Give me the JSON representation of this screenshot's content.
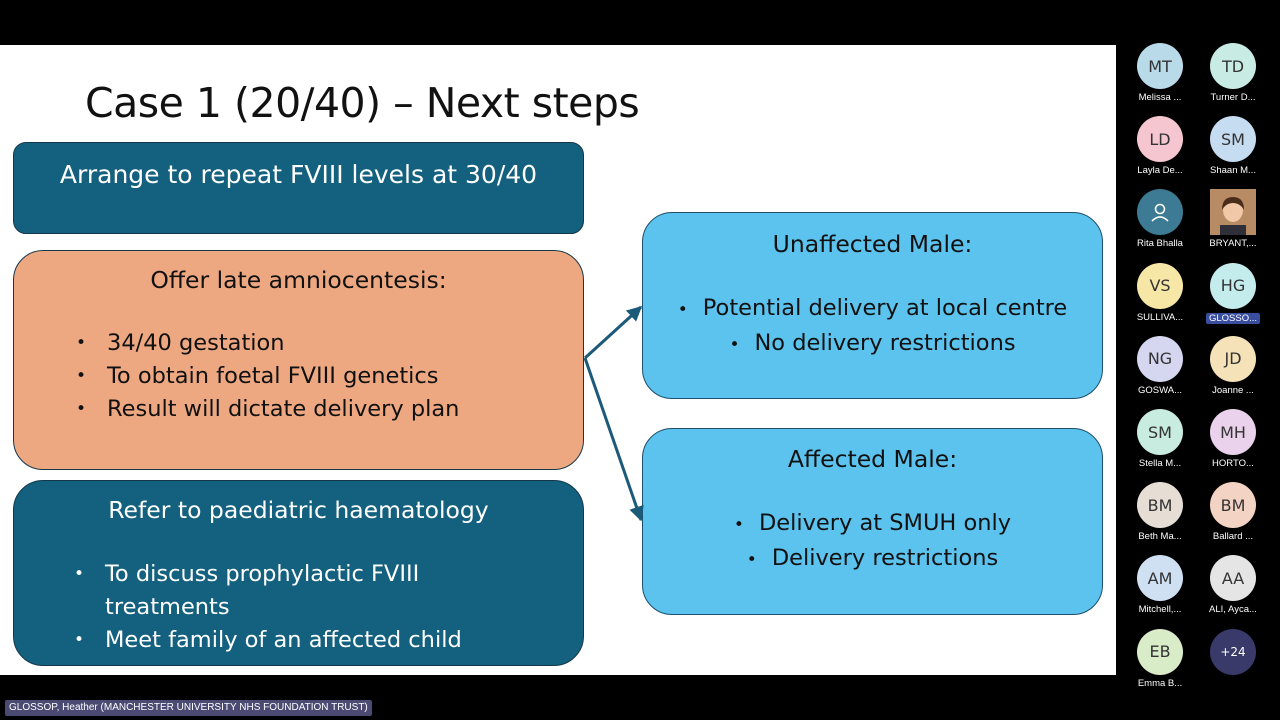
{
  "slide": {
    "title": "Case 1 (20/40) – Next steps",
    "repeat_box": "Arrange to repeat FVIII levels at 30/40",
    "amnio_box": {
      "heading": "Offer late amniocentesis:",
      "bullets": [
        "34/40 gestation",
        "To obtain foetal FVIII genetics",
        "Result will dictate delivery plan"
      ]
    },
    "paeds_box": {
      "heading": "Refer to paediatric haematology",
      "bullets": [
        "To discuss prophylactic FVIII treatments",
        "Meet family of an affected child"
      ]
    },
    "unaffected_box": {
      "heading": "Unaffected Male:",
      "bullets": [
        "Potential delivery at local centre",
        "No delivery restrictions"
      ]
    },
    "affected_box": {
      "heading": "Affected Male:",
      "bullets": [
        "Delivery at SMUH only",
        "Delivery restrictions"
      ]
    }
  },
  "participants": [
    {
      "initials": "MT",
      "name": "Melissa ...",
      "color": "#b9dbe9"
    },
    {
      "initials": "TD",
      "name": "Turner D...",
      "color": "#c8ece4"
    },
    {
      "initials": "LD",
      "name": "Layla De...",
      "color": "#f5c6cf"
    },
    {
      "initials": "SM",
      "name": "Shaan M...",
      "color": "#c6dcf0"
    },
    {
      "initials": "",
      "name": "Rita Bhalla",
      "color": "#3d7a93"
    },
    {
      "initials": "",
      "name": "BRYANT,...",
      "color": "#c9a27c"
    },
    {
      "initials": "VS",
      "name": "SULLIVA...",
      "color": "#f6e7a6"
    },
    {
      "initials": "HG",
      "name": "GLOSSO...",
      "color": "#c5ecec"
    },
    {
      "initials": "NG",
      "name": "GOSWA...",
      "color": "#d5d6ef"
    },
    {
      "initials": "JD",
      "name": "Joanne ...",
      "color": "#f5e2b8"
    },
    {
      "initials": "SM",
      "name": "Stella M...",
      "color": "#c8ecdf"
    },
    {
      "initials": "MH",
      "name": "HORTO...",
      "color": "#ead2ec"
    },
    {
      "initials": "BM",
      "name": "Beth Ma...",
      "color": "#e6ddd5"
    },
    {
      "initials": "BM",
      "name": "Ballard ...",
      "color": "#f3d3c3"
    },
    {
      "initials": "AM",
      "name": "Mitchell,...",
      "color": "#cfe0f3"
    },
    {
      "initials": "AA",
      "name": "ALI, Ayca...",
      "color": "#e5e5e5"
    },
    {
      "initials": "EB",
      "name": "Emma B...",
      "color": "#d9ecc8"
    },
    {
      "initials": "+24",
      "name": "",
      "color": "#39396a"
    }
  ],
  "speaker_tag": "GLOSSOP, Heather (MANCHESTER UNIVERSITY NHS FOUNDATION TRUST)",
  "colors": {
    "dark_box": "#14607f",
    "orange_box": "#eda882",
    "light_box": "#5bc3ee",
    "active_speaker_highlight": "#3a4ea0"
  }
}
